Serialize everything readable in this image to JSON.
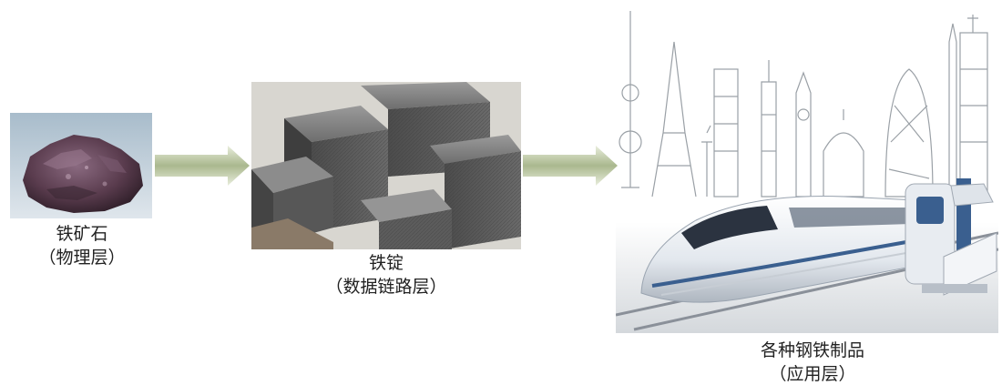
{
  "stages": [
    {
      "name": "铁矿石",
      "layer": "（物理层）"
    },
    {
      "name": "铁锭",
      "layer": "（数据链路层）"
    },
    {
      "name": "各种钢铁制品",
      "layer": "（应用层）"
    }
  ],
  "icons": {
    "ore": "iron-ore-photo",
    "ingots": "iron-ingots-photo",
    "products": "steel-products-illustration",
    "arrow": "right-arrow"
  },
  "colors": {
    "arrow_fill": "#aab88e",
    "arrow_edge": "#e9eedd",
    "ore": "#5a3c4e",
    "ingot": "#6e6e6e",
    "train": "#eef2f6",
    "train_accent": "#3a5f8f"
  }
}
